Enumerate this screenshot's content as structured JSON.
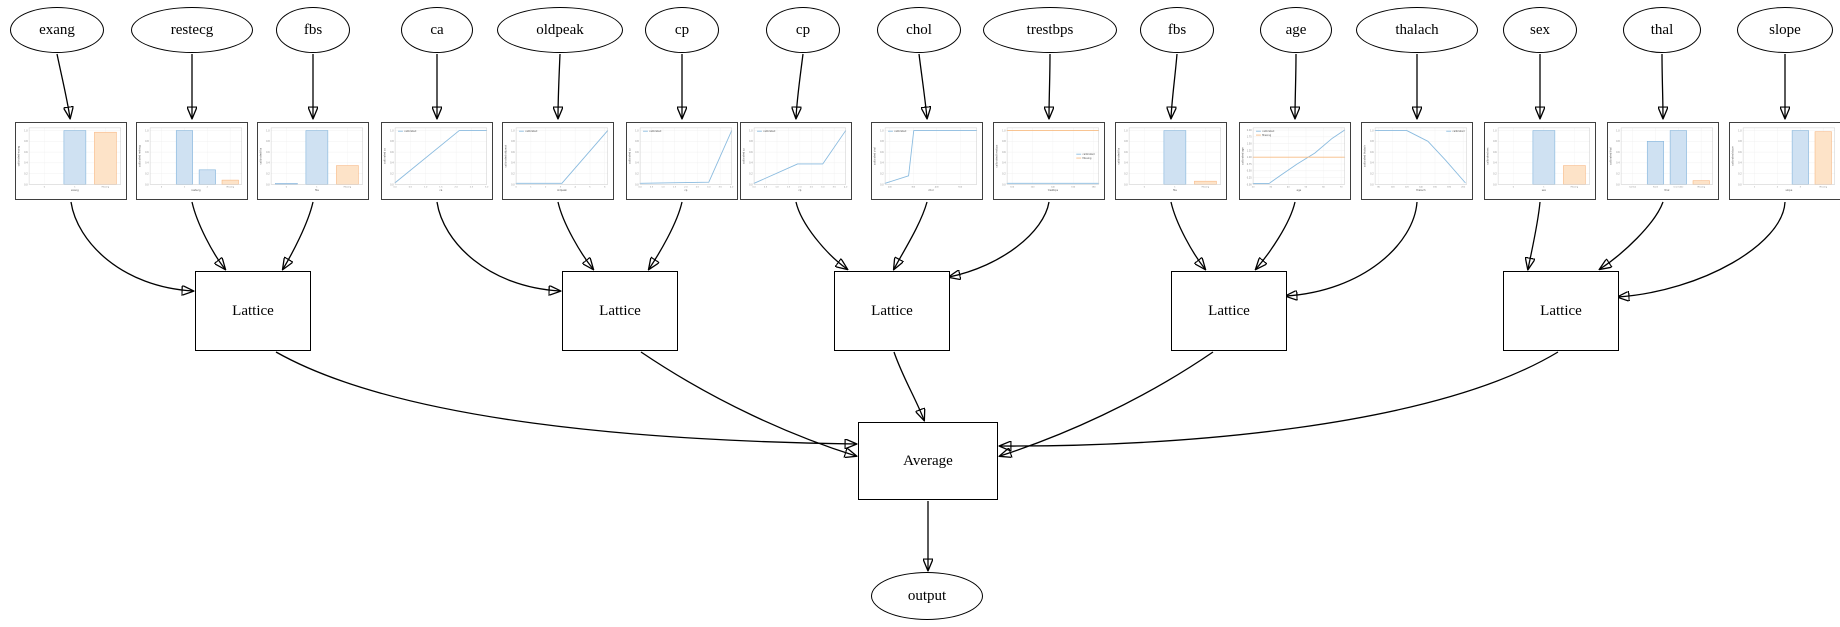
{
  "diagram": {
    "features": [
      {
        "label": "exang"
      },
      {
        "label": "restecg"
      },
      {
        "label": "fbs"
      },
      {
        "label": "ca"
      },
      {
        "label": "oldpeak"
      },
      {
        "label": "cp"
      },
      {
        "label": "cp"
      },
      {
        "label": "chol"
      },
      {
        "label": "trestbps"
      },
      {
        "label": "fbs"
      },
      {
        "label": "age"
      },
      {
        "label": "thalach"
      },
      {
        "label": "sex"
      },
      {
        "label": "thal"
      },
      {
        "label": "slope"
      }
    ],
    "lattices": [
      {
        "label": "Lattice"
      },
      {
        "label": "Lattice"
      },
      {
        "label": "Lattice"
      },
      {
        "label": "Lattice"
      },
      {
        "label": "Lattice"
      }
    ],
    "average": {
      "label": "Average"
    },
    "output": {
      "label": "output"
    }
  },
  "colors": {
    "blue_fill": "#cfe1f2",
    "blue_edge": "#6fa8d6",
    "blue_line": "#8abbdf",
    "orange_fill": "#fde3c8",
    "orange_edge": "#f5ad72",
    "orange_line": "#f7bc84",
    "edge_black": "#000000"
  },
  "chart_data": [
    {
      "type": "bar",
      "feature": "exang",
      "xlabel": "exang",
      "ylabel": "calibrated exang",
      "categories": [
        "0",
        "1",
        "Missing"
      ],
      "values": [
        0,
        1.0,
        0.97
      ],
      "bar_colors": [
        "blue",
        "blue",
        "orange"
      ],
      "ylim": [
        0,
        1.05
      ],
      "yticks": [
        0,
        0.2,
        0.4,
        0.6,
        0.8,
        1.0
      ],
      "ydecimals": 1,
      "grid": true
    },
    {
      "type": "bar",
      "feature": "restecg",
      "xlabel": "restecg",
      "ylabel": "calibrated restecg",
      "categories": [
        "0",
        "1",
        "2",
        "Missing"
      ],
      "values": [
        0,
        1.0,
        0.27,
        0.08
      ],
      "bar_colors": [
        "blue",
        "blue",
        "blue",
        "orange"
      ],
      "ylim": [
        0,
        1.05
      ],
      "yticks": [
        0,
        0.2,
        0.4,
        0.6,
        0.8,
        1.0
      ],
      "ydecimals": 1,
      "grid": true
    },
    {
      "type": "bar",
      "feature": "fbs",
      "xlabel": "fbs",
      "ylabel": "calibrated fbs",
      "categories": [
        "0",
        "1",
        "Missing"
      ],
      "values": [
        0.02,
        1.0,
        0.35
      ],
      "bar_colors": [
        "blue",
        "blue",
        "orange"
      ],
      "ylim": [
        0,
        1.05
      ],
      "yticks": [
        0,
        0.2,
        0.4,
        0.6,
        0.8,
        1.0
      ],
      "ydecimals": 1,
      "grid": true
    },
    {
      "type": "line",
      "feature": "ca",
      "xlabel": "ca",
      "ylabel": "calibrated ca",
      "xlim": [
        0,
        3
      ],
      "xticks": [
        0,
        0.5,
        1,
        1.5,
        2,
        2.5,
        3
      ],
      "xdecimals": 1,
      "ylim": [
        0,
        1.05
      ],
      "yticks": [
        0,
        0.2,
        0.4,
        0.6,
        0.8,
        1.0
      ],
      "ydecimals": 1,
      "grid": true,
      "series": [
        {
          "name": "calibrated",
          "color": "blue",
          "points": [
            [
              0,
              0.03
            ],
            [
              2.1,
              1.0
            ],
            [
              3,
              1.0
            ]
          ]
        }
      ],
      "legend": {
        "position": "top-left",
        "entries": [
          {
            "label": "calibrated",
            "color": "blue"
          }
        ]
      }
    },
    {
      "type": "line",
      "feature": "oldpeak",
      "xlabel": "oldpeak",
      "ylabel": "calibrated oldpeak",
      "xlim": [
        0,
        6.2
      ],
      "xticks": [
        0,
        1,
        2,
        3,
        4,
        5,
        6
      ],
      "xdecimals": 0,
      "ylim": [
        0,
        1.05
      ],
      "yticks": [
        0,
        0.2,
        0.4,
        0.6,
        0.8,
        1.0
      ],
      "ydecimals": 1,
      "grid": true,
      "series": [
        {
          "name": "calibrated",
          "color": "blue",
          "points": [
            [
              0,
              0.02
            ],
            [
              3.1,
              0.02
            ],
            [
              6.2,
              1.0
            ]
          ]
        }
      ],
      "legend": {
        "position": "top-left",
        "entries": [
          {
            "label": "calibrated",
            "color": "blue"
          }
        ]
      }
    },
    {
      "type": "line",
      "feature": "cp",
      "xlabel": "cp",
      "ylabel": "calibrated cp",
      "xlim": [
        0,
        4
      ],
      "xticks": [
        0,
        0.5,
        1,
        1.5,
        2,
        2.5,
        3,
        3.5,
        4
      ],
      "xdecimals": 1,
      "ylim": [
        0,
        1.05
      ],
      "yticks": [
        0,
        0.2,
        0.4,
        0.6,
        0.8,
        1.0
      ],
      "ydecimals": 1,
      "grid": true,
      "series": [
        {
          "name": "calibrated",
          "color": "blue",
          "points": [
            [
              0,
              0.02
            ],
            [
              3,
              0.04
            ],
            [
              4,
              1.0
            ]
          ]
        }
      ],
      "legend": {
        "position": "top-left",
        "entries": [
          {
            "label": "calibrated",
            "color": "blue"
          }
        ]
      }
    },
    {
      "type": "line",
      "feature": "cp",
      "xlabel": "cp",
      "ylabel": "calibrated cp",
      "xlim": [
        0,
        4
      ],
      "xticks": [
        0,
        0.5,
        1,
        1.5,
        2,
        2.5,
        3,
        3.5,
        4
      ],
      "xdecimals": 1,
      "ylim": [
        0,
        1.05
      ],
      "yticks": [
        0,
        0.2,
        0.4,
        0.6,
        0.8,
        1.0
      ],
      "ydecimals": 1,
      "grid": true,
      "series": [
        {
          "name": "calibrated",
          "color": "blue",
          "points": [
            [
              0,
              0.02
            ],
            [
              1.9,
              0.38
            ],
            [
              3,
              0.38
            ],
            [
              4,
              1.0
            ]
          ]
        }
      ],
      "legend": {
        "position": "top-left",
        "entries": [
          {
            "label": "calibrated",
            "color": "blue"
          }
        ]
      }
    },
    {
      "type": "line",
      "feature": "chol",
      "xlabel": "chol",
      "ylabel": "calibrated chol",
      "xlim": [
        180,
        570
      ],
      "xticks": [
        200,
        300,
        400,
        500
      ],
      "xdecimals": 0,
      "ylim": [
        0,
        1.05
      ],
      "yticks": [
        0,
        0.2,
        0.4,
        0.6,
        0.8,
        1.0
      ],
      "ydecimals": 1,
      "grid": true,
      "series": [
        {
          "name": "calibrated",
          "color": "blue",
          "points": [
            [
              180,
              0.02
            ],
            [
              280,
              0.16
            ],
            [
              302,
              1.0
            ],
            [
              570,
              1.0
            ]
          ]
        }
      ],
      "legend": {
        "position": "top-left",
        "entries": [
          {
            "label": "calibrated",
            "color": "blue"
          }
        ]
      }
    },
    {
      "type": "line",
      "feature": "trestbps",
      "xlabel": "trestbps",
      "ylabel": "calibrated trestbps",
      "xlim": [
        95,
        185
      ],
      "xticks": [
        100,
        120,
        140,
        160,
        180
      ],
      "xdecimals": 0,
      "ylim": [
        0,
        1.05
      ],
      "yticks": [
        0,
        0.2,
        0.4,
        0.6,
        0.8,
        1.0
      ],
      "ydecimals": 1,
      "grid": true,
      "series": [
        {
          "name": "calibrated",
          "color": "blue",
          "points": [
            [
              95,
              0.02
            ],
            [
              185,
              0.02
            ]
          ]
        },
        {
          "name": "Missing",
          "color": "orange",
          "points": [
            [
              95,
              1.0
            ],
            [
              185,
              1.0
            ]
          ]
        }
      ],
      "legend": {
        "position": "center-right",
        "entries": [
          {
            "label": "calibrated",
            "color": "blue"
          },
          {
            "label": "Missing",
            "color": "orange"
          }
        ]
      }
    },
    {
      "type": "bar",
      "feature": "fbs",
      "xlabel": "fbs",
      "ylabel": "calibrated fbs",
      "categories": [
        "0",
        "1",
        "Missing"
      ],
      "values": [
        0,
        1.0,
        0.06
      ],
      "bar_colors": [
        "blue",
        "blue",
        "orange"
      ],
      "ylim": [
        0,
        1.05
      ],
      "yticks": [
        0,
        0.2,
        0.4,
        0.6,
        0.8,
        1.0
      ],
      "ydecimals": 1,
      "grid": true
    },
    {
      "type": "line",
      "feature": "age",
      "xlabel": "age",
      "ylabel": "calibrated age",
      "xlim": [
        20,
        72
      ],
      "xticks": [
        20,
        30,
        40,
        50,
        60,
        70
      ],
      "xdecimals": 0,
      "ylim": [
        0,
        2.08
      ],
      "yticks": [
        0,
        0.25,
        0.5,
        0.75,
        1.0,
        1.25,
        1.5,
        1.75,
        2.0
      ],
      "ydecimals": 2,
      "grid": true,
      "series": [
        {
          "name": "calibrated",
          "color": "blue",
          "points": [
            [
              20,
              0.03
            ],
            [
              29,
              0.03
            ],
            [
              36,
              0.35
            ],
            [
              45,
              0.75
            ],
            [
              55,
              1.15
            ],
            [
              65,
              1.7
            ],
            [
              72,
              2.0
            ]
          ]
        },
        {
          "name": "Missing",
          "color": "orange",
          "points": [
            [
              20,
              1.0
            ],
            [
              72,
              1.0
            ]
          ]
        }
      ],
      "legend": {
        "position": "top-left",
        "entries": [
          {
            "label": "calibrated",
            "color": "blue"
          },
          {
            "label": "Missing",
            "color": "orange"
          }
        ]
      }
    },
    {
      "type": "line",
      "feature": "thalach",
      "xlabel": "thalach",
      "ylabel": "calibrated thalach",
      "xlim": [
        75,
        205
      ],
      "xticks": [
        80,
        100,
        120,
        140,
        160,
        180,
        200
      ],
      "xdecimals": 0,
      "ylim": [
        0,
        1.05
      ],
      "yticks": [
        0,
        0.2,
        0.4,
        0.6,
        0.8,
        1.0
      ],
      "ydecimals": 1,
      "grid": true,
      "series": [
        {
          "name": "calibrated",
          "color": "blue",
          "points": [
            [
              75,
              1.0
            ],
            [
              120,
              1.0
            ],
            [
              150,
              0.8
            ],
            [
              175,
              0.45
            ],
            [
              203,
              0.03
            ]
          ]
        }
      ],
      "legend": {
        "position": "top-right",
        "entries": [
          {
            "label": "calibrated",
            "color": "blue"
          }
        ]
      }
    },
    {
      "type": "bar",
      "feature": "sex",
      "xlabel": "sex",
      "ylabel": "calibrated sex",
      "categories": [
        "0",
        "1",
        "Missing"
      ],
      "values": [
        0,
        1.0,
        0.35
      ],
      "bar_colors": [
        "blue",
        "blue",
        "orange"
      ],
      "ylim": [
        0,
        1.05
      ],
      "yticks": [
        0,
        0.2,
        0.4,
        0.6,
        0.8,
        1.0
      ],
      "ydecimals": 1,
      "grid": true
    },
    {
      "type": "bar",
      "feature": "thal",
      "xlabel": "thal",
      "ylabel": "calibrated thal",
      "categories": [
        "normal",
        "fixed",
        "reversible",
        "Missing"
      ],
      "values": [
        0,
        0.8,
        1.0,
        0.07
      ],
      "bar_colors": [
        "blue",
        "blue",
        "blue",
        "orange"
      ],
      "ylim": [
        0,
        1.05
      ],
      "yticks": [
        0,
        0.2,
        0.4,
        0.6,
        0.8,
        1.0
      ],
      "ydecimals": 1,
      "grid": true
    },
    {
      "type": "bar",
      "feature": "slope",
      "xlabel": "slope",
      "ylabel": "calibrated slope",
      "categories": [
        "1",
        "2",
        "3",
        "Missing"
      ],
      "values": [
        0,
        0,
        1.0,
        0.98
      ],
      "bar_colors": [
        "blue",
        "blue",
        "blue",
        "orange"
      ],
      "ylim": [
        0,
        1.05
      ],
      "yticks": [
        0,
        0.2,
        0.4,
        0.6,
        0.8,
        1.0
      ],
      "ydecimals": 1,
      "grid": true
    }
  ]
}
